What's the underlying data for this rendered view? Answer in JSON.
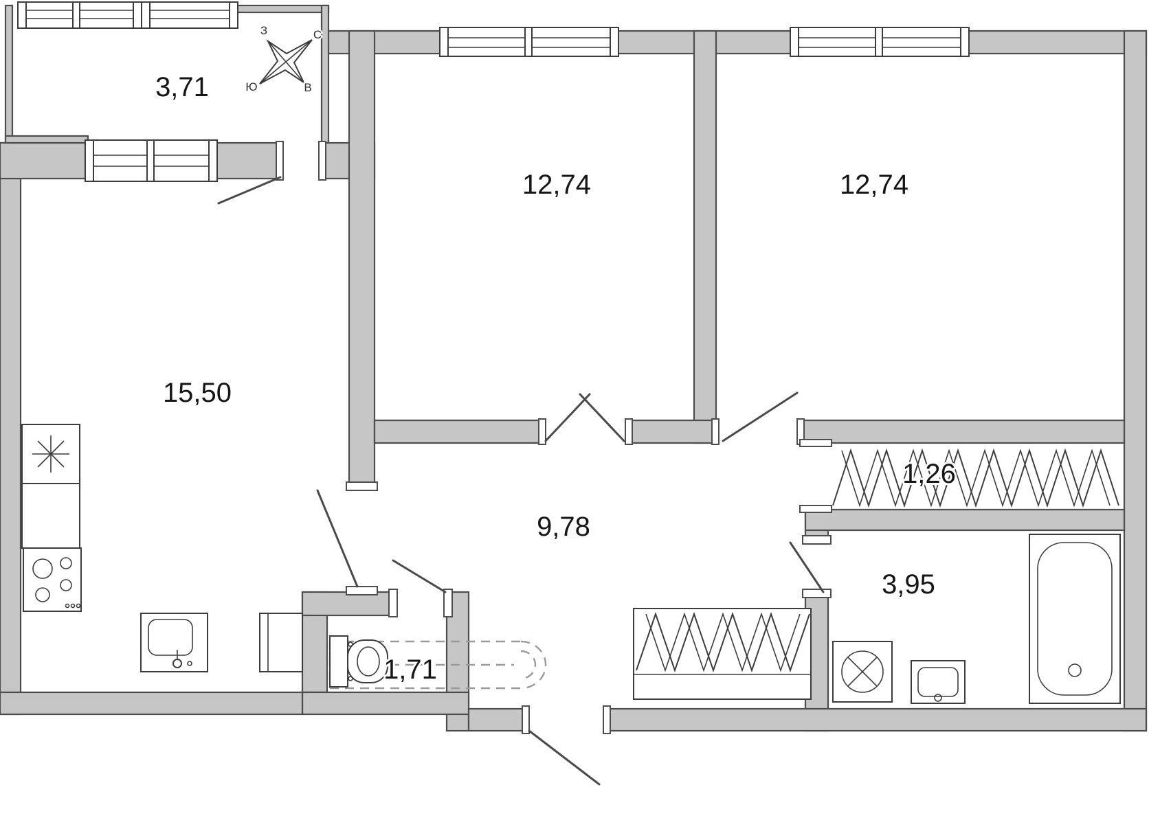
{
  "floorplan": {
    "rooms": {
      "balcony": {
        "area": "3,71"
      },
      "bedroom1": {
        "area": "12,74"
      },
      "bedroom2": {
        "area": "12,74"
      },
      "living": {
        "area": "15,50"
      },
      "hallway": {
        "area": "9,78"
      },
      "wardrobe": {
        "area": "1,26"
      },
      "bathroom": {
        "area": "3,95"
      },
      "wc": {
        "area": "1,71"
      }
    },
    "compass": {
      "n": "С",
      "s": "Ю",
      "w": "З",
      "e": "В"
    },
    "colors": {
      "wall_fill": "#c6c6c6",
      "wall_stroke": "#4d4d4d",
      "line": "#3c3c3c",
      "background": "#ffffff",
      "text": "#161616"
    }
  }
}
